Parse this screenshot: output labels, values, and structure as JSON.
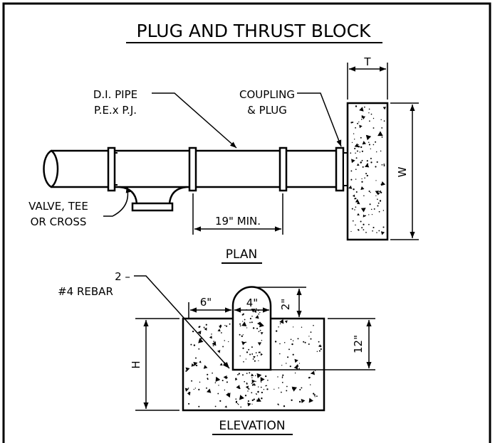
{
  "title": "PLUG AND THRUST BLOCK",
  "plan": {
    "view_label": "PLAN",
    "pipe_label_line1": "D.I. PIPE",
    "pipe_label_line2": "P.E.x P.J.",
    "coupling_label_line1": "COUPLING",
    "coupling_label_line2": "& PLUG",
    "valve_label_line1": "VALVE, TEE",
    "valve_label_line2": "OR CROSS",
    "min_length": "19\" MIN.",
    "dim_T": "T",
    "dim_W": "W"
  },
  "elevation": {
    "view_label": "ELEVATION",
    "rebar_label_line1": "2 –",
    "rebar_label_line2": "#4 REBAR",
    "dim_6": "6\"",
    "dim_4": "4\"",
    "dim_2": "2\"",
    "dim_12": "12\"",
    "dim_H": "H"
  }
}
